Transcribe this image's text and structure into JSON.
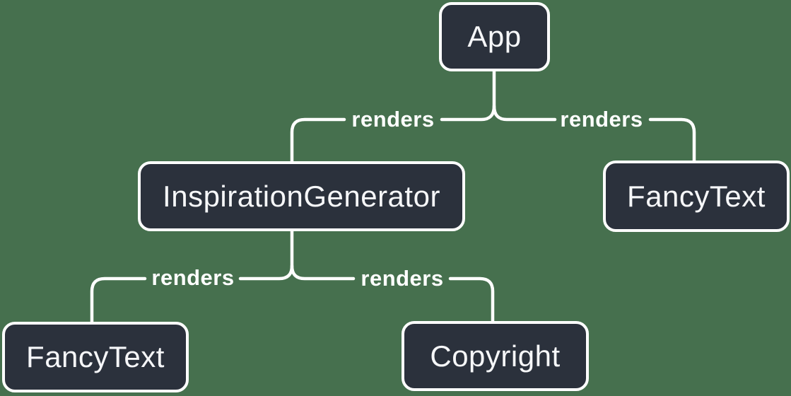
{
  "diagram": {
    "type": "component-render-tree",
    "colors": {
      "background": "#46704e",
      "node-fill": "#2b313c",
      "node-border": "#ffffff",
      "node-text": "#f6f7f9",
      "wire": "#ffffff",
      "edge-label-text": "#ffffff"
    },
    "nodes": [
      {
        "id": "app",
        "label": "App"
      },
      {
        "id": "inspiration-generator",
        "label": "InspirationGenerator"
      },
      {
        "id": "fancy-text-top-right",
        "label": "FancyText"
      },
      {
        "id": "fancy-text-bottom-left",
        "label": "FancyText"
      },
      {
        "id": "copyright",
        "label": "Copyright"
      }
    ],
    "edges": [
      {
        "from": "App",
        "to": "InspirationGenerator",
        "label": "renders"
      },
      {
        "from": "App",
        "to": "FancyText",
        "label": "renders"
      },
      {
        "from": "InspirationGenerator",
        "to": "FancyText",
        "label": "renders"
      },
      {
        "from": "InspirationGenerator",
        "to": "Copyright",
        "label": "renders"
      }
    ]
  }
}
